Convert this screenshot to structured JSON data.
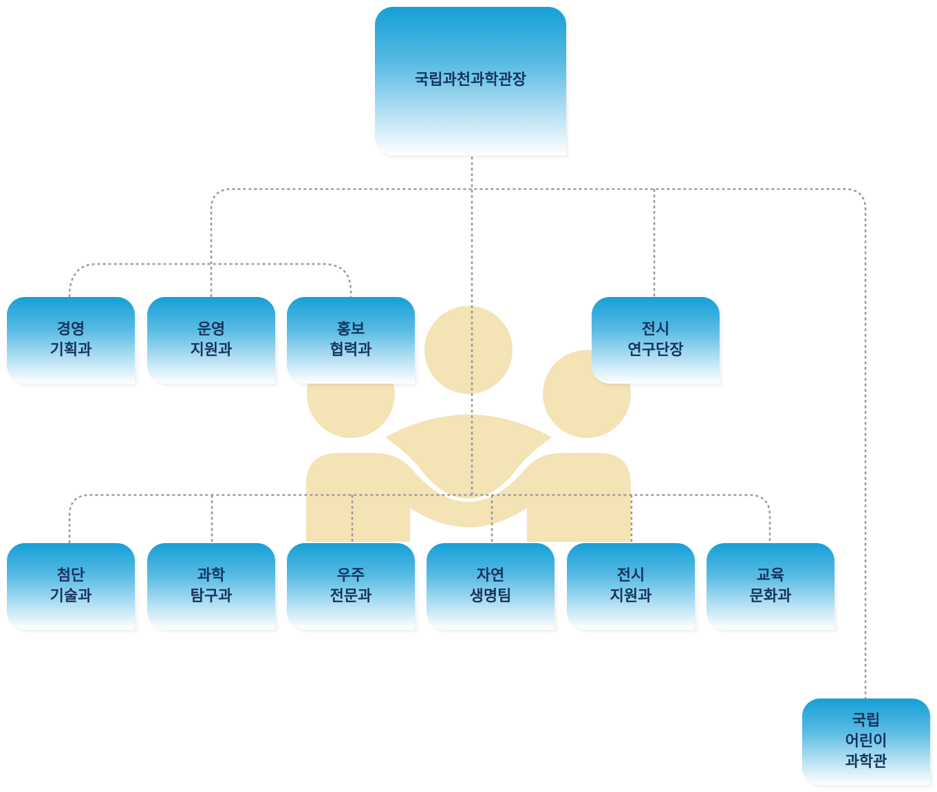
{
  "diagram": {
    "top": {
      "label": "국립과천과학관장"
    },
    "level2": [
      {
        "id": "management-planning",
        "label": "경영\n기획과"
      },
      {
        "id": "operations-support",
        "label": "운영\n지원과"
      },
      {
        "id": "pr-cooperation",
        "label": "홍보\n협력과"
      },
      {
        "id": "exhibition-research",
        "label": "전시\n연구단장"
      }
    ],
    "level3": [
      {
        "id": "advanced-tech",
        "label": "첨단\n기술과"
      },
      {
        "id": "science-exploration",
        "label": "과학\n탐구과"
      },
      {
        "id": "space-specialty",
        "label": "우주\n전문과"
      },
      {
        "id": "nature-life",
        "label": "자연\n생명팀"
      },
      {
        "id": "exhibition-support",
        "label": "전시\n지원과"
      },
      {
        "id": "education-culture",
        "label": "교육\n문화과"
      }
    ],
    "children_museum": {
      "label": "국립\n어린이\n과학관"
    },
    "colors": {
      "box_top": "#169fd6",
      "box_bottom": "#ffffff",
      "text": "#16335c",
      "connector": "#9a9a9a",
      "watermark": "#f3e3b5"
    },
    "watermark_icon": "people-group-icon"
  }
}
